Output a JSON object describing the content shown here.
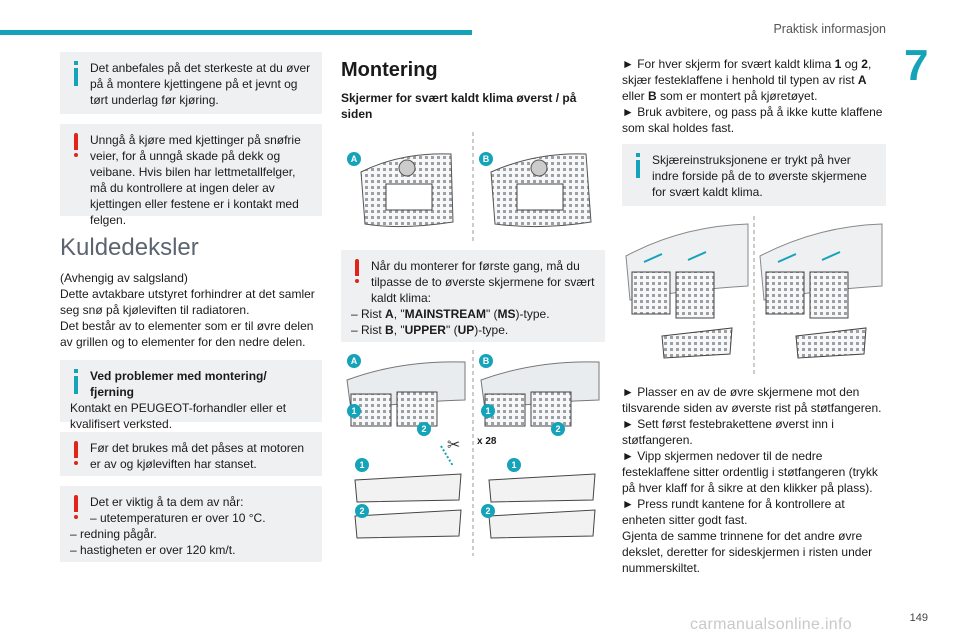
{
  "header": {
    "title": "Praktisk informasjon",
    "chapter": "7"
  },
  "col1": {
    "info1": "Det anbefales på det sterkeste at du øver på å montere kjettingene på et jevnt og tørt underlag før kjøring.",
    "warn1": "Unngå å kjøre med kjettinger på snøfrie veier, for å unngå skade på dekk og veibane. Hvis bilen har lettmetallfelger, må du kontrollere at ingen deler av kjettingen eller festene er i kontakt med felgen.",
    "section_title": "Kuldedeksler",
    "body_lines": [
      "(Avhengig av salgsland)",
      "Dette avtakbare utstyret forhindrer at det samler seg snø på kjøleviften til radiatoren.",
      "Det består av to elementer som er til øvre delen av grillen og to elementer for den nedre delen."
    ],
    "info2_title": "Ved problemer med montering/ fjerning",
    "info2_text": "Kontakt en PEUGEOT-forhandler eller et kvalifisert verksted.",
    "warn2": "Før det brukes må det påses at motoren er av og kjøleviften har stanset.",
    "warn3_lead": "Det er viktig å ta dem av når:",
    "warn3_items": [
      "– utetemperaturen er over 10 °C.",
      "– redning pågår.",
      "– hastigheten er over 120 km/t."
    ]
  },
  "col2": {
    "title": "Montering",
    "subtitle": "Skjermer for svært kaldt klima øverst / på siden",
    "fig1": {
      "label_a": "A",
      "label_b": "B"
    },
    "warn_lead": "Når du monterer for første gang, må du tilpasse de to øverste skjermene for svært kaldt klima:",
    "warn_items": [
      {
        "prefix": "– Rist ",
        "rist": "A",
        "sep1": ", \"",
        "name": "MAINSTREAM",
        "sep2": "\" (",
        "abbr": "MS",
        "end": ")-type."
      },
      {
        "prefix": "– Rist ",
        "rist": "B",
        "sep1": ", \"",
        "name": "UPPER",
        "sep2": "\" (",
        "abbr": "UP",
        "end": ")-type."
      }
    ],
    "fig2": {
      "label_a": "A",
      "label_b": "B",
      "n1": "1",
      "n2": "2",
      "cut": "x 28"
    }
  },
  "col3": {
    "p1_a": "► For hver skjerm for svært kaldt klima ",
    "p1_b": "1",
    "p1_c": " og ",
    "p1_d": "2",
    "p1_e": ", skjær festeklaffene i henhold til typen av rist ",
    "p1_f": "A",
    "p1_g": " eller ",
    "p1_h": "B",
    "p1_i": " som er montert på kjøretøyet.",
    "p2": "► Bruk avbitere, og pass på å ikke kutte klaffene som skal holdes fast.",
    "info": "Skjæreinstruksjonene er trykt på hver indre forside på de to øverste skjermene for svært kaldt klima.",
    "steps": [
      "► Plasser en av de øvre skjermene mot den tilsvarende siden av øverste rist på støtfangeren.",
      "► Sett først festebrakettene øverst inn i støtfangeren.",
      "► Vipp skjermen nedover til de nedre festeklaffene sitter ordentlig i støtfangeren (trykk på hver klaff for å sikre at den klikker på plass).",
      "► Press rundt kantene for å kontrollere at enheten sitter godt fast.",
      "Gjenta de samme trinnene for det andre øvre dekslet, deretter for sideskjermen i risten under nummerskiltet."
    ]
  },
  "footer": {
    "page": "149",
    "watermark": "carmanualsonline.info"
  },
  "colors": {
    "accent": "#14a3b8",
    "warning": "#e2231a",
    "box_bg": "#eef0f2"
  }
}
